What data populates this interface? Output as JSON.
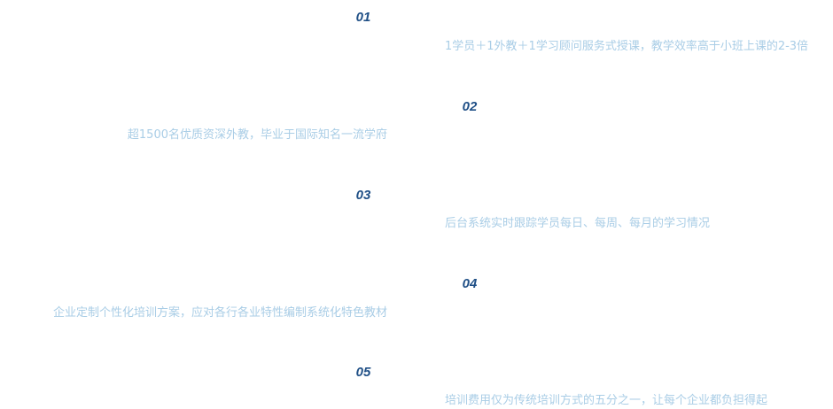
{
  "colors": {
    "number": "#1f4f86",
    "description": "#a9cde6",
    "background": "#ffffff"
  },
  "features": [
    {
      "number": "01",
      "text": "1学员＋1外教＋1学习顾问服务式授课，教学效率高于小班上课的2-3倍"
    },
    {
      "number": "02",
      "text": "超1500名优质资深外教，毕业于国际知名一流学府"
    },
    {
      "number": "03",
      "text": "后台系统实时跟踪学员每日、每周、每月的学习情况"
    },
    {
      "number": "04",
      "text": "企业定制个性化培训方案，应对各行各业特性编制系统化特色教材"
    },
    {
      "number": "05",
      "text": "培训费用仅为传统培训方式的五分之一，让每个企业都负担得起"
    }
  ]
}
